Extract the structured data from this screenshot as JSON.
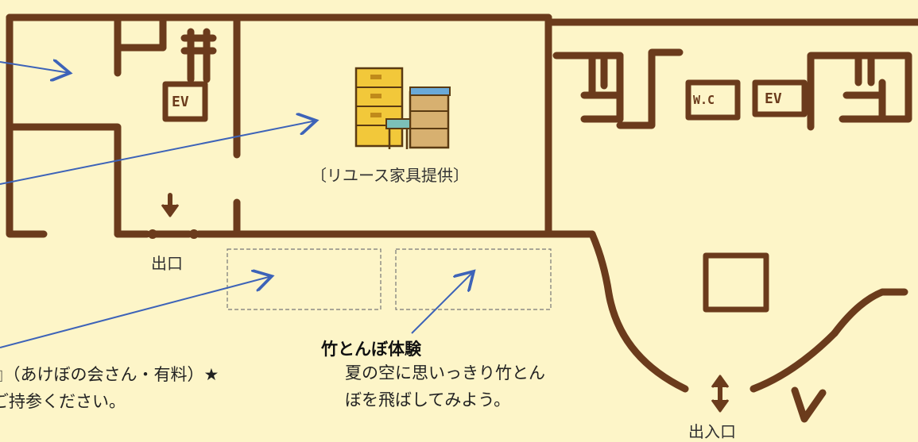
{
  "map": {
    "furniture_caption": "〔リユース家具提供〕",
    "exit_label": "出口",
    "entrance_label": "出入口",
    "ev_label": "EV",
    "wc_label": "W.C",
    "bamboo": {
      "title": "竹とんぼ体験",
      "line1": "夏の空に思いっきり竹とん",
      "line2": "ぼを飛ばしてみよう。"
    },
    "left_note": {
      "line1": "』（あけぼの会さん・有料）★",
      "line2": "ご持参ください。"
    },
    "colors": {
      "background": "#fdf5c8",
      "wall": "#6b3b1c",
      "arrow": "#3d63b8",
      "furniture": "#f2c83a"
    }
  }
}
